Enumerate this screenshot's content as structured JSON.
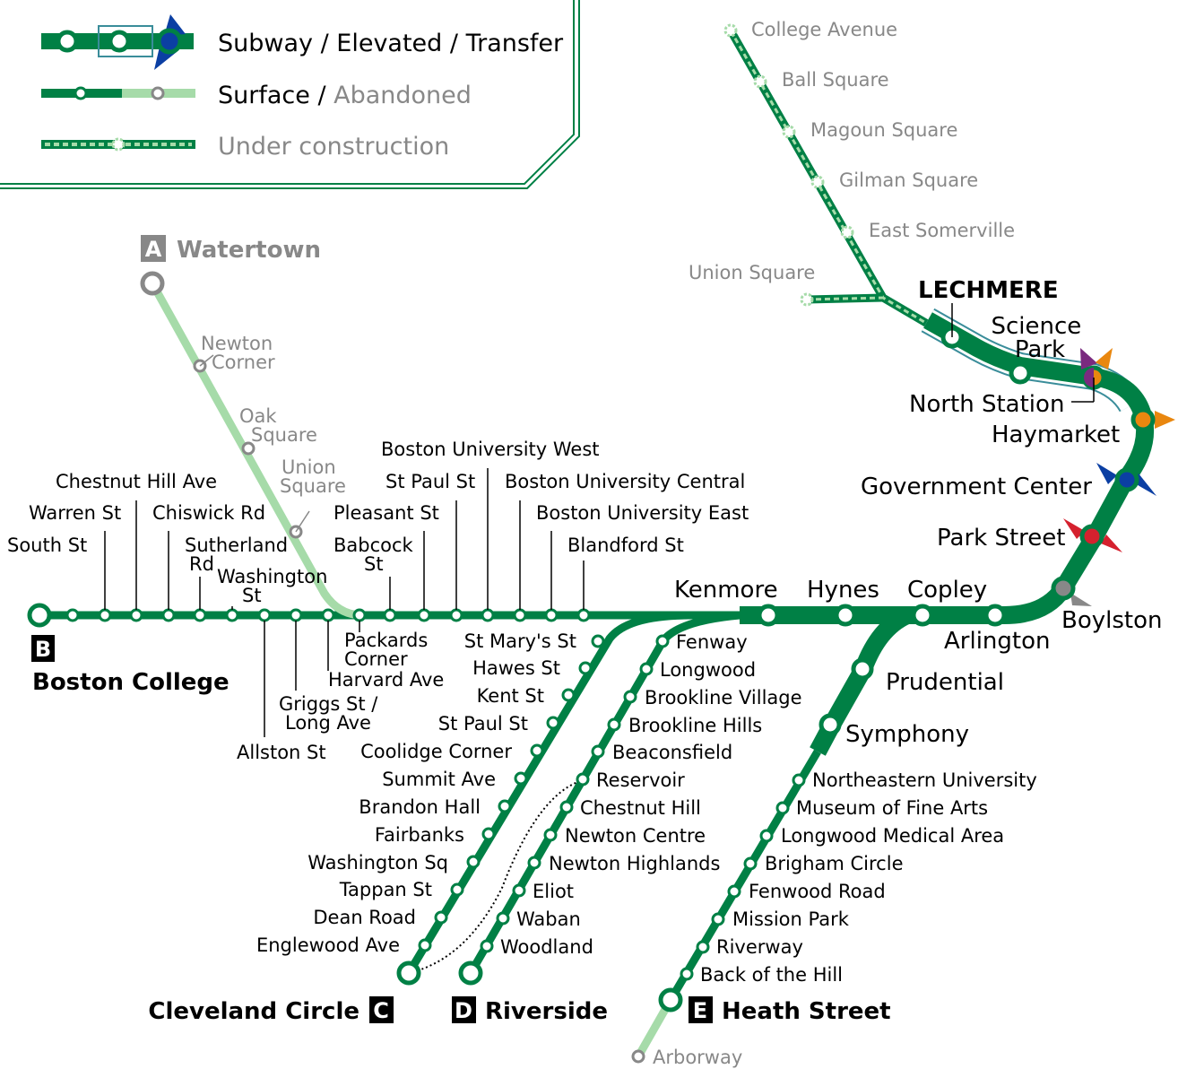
{
  "colors": {
    "green": "#008045",
    "light_green": "#a6dba9",
    "gray": "#888888",
    "teal": "#3a8d9a",
    "blue": "#0b3fa3",
    "red": "#d5212e",
    "orange": "#e9870f",
    "purple": "#7a2a7f"
  },
  "legend": {
    "subway": "Subway",
    "sep1": " / ",
    "elevated": "Elevated",
    "sep2": " / ",
    "transfer": "Transfer",
    "surface": "Surface",
    "sep3": " / ",
    "abandoned": "Abandoned",
    "under_construction": "Under construction"
  },
  "branches": {
    "A": {
      "letter": "A",
      "terminus": "Watertown"
    },
    "B": {
      "letter": "B",
      "terminus": "Boston College"
    },
    "C": {
      "letter": "C",
      "terminus": "Cleveland Circle"
    },
    "D": {
      "letter": "D",
      "terminus": "Riverside"
    },
    "E": {
      "letter": "E",
      "terminus": "Heath Street"
    }
  },
  "stations": {
    "college_avenue": "College Avenue",
    "ball_square": "Ball Square",
    "magoun_square": "Magoun Square",
    "gilman_square": "Gilman Square",
    "east_somerville": "East Somerville",
    "union_square_gl": "Union Square",
    "lechmere": "LECHMERE",
    "science_park": [
      "Science",
      "Park"
    ],
    "north_station": "North Station",
    "haymarket": "Haymarket",
    "government_center": "Government Center",
    "park_street": "Park Street",
    "boylston": "Boylston",
    "arlington": "Arlington",
    "copley": "Copley",
    "hynes": "Hynes",
    "kenmore": "Kenmore",
    "prudential": "Prudential",
    "symphony": "Symphony",
    "newton_corner": [
      "Newton",
      "Corner"
    ],
    "oak_square": [
      "Oak",
      "Square"
    ],
    "union_square_a": [
      "Union",
      "Square"
    ],
    "south_st": "South St",
    "warren_st": "Warren St",
    "chestnut_hill_ave": "Chestnut Hill Ave",
    "chiswick_rd": "Chiswick Rd",
    "sutherland_rd": [
      "Sutherland",
      "Rd"
    ],
    "washington_st": [
      "Washington",
      "St"
    ],
    "allston_st": "Allston St",
    "griggs_st": [
      "Griggs St /",
      "Long Ave"
    ],
    "harvard_ave": "Harvard Ave",
    "packards_corner": [
      "Packards",
      "Corner"
    ],
    "babcock_st": [
      "Babcock",
      "St"
    ],
    "pleasant_st": "Pleasant St",
    "st_paul_st_b": "St Paul St",
    "bu_west": "Boston University West",
    "bu_central": "Boston University Central",
    "bu_east": "Boston University East",
    "blandford_st": "Blandford St",
    "c_stations": [
      "St Mary's St",
      "Hawes St",
      "Kent St",
      "St Paul St",
      "Coolidge Corner",
      "Summit Ave",
      "Brandon Hall",
      "Fairbanks",
      "Washington Sq",
      "Tappan St",
      "Dean Road",
      "Englewood Ave"
    ],
    "d_stations": [
      "Fenway",
      "Longwood",
      "Brookline Village",
      "Brookline Hills",
      "Beaconsfield",
      "Reservoir",
      "Chestnut Hill",
      "Newton Centre",
      "Newton Highlands",
      "Eliot",
      "Waban",
      "Woodland"
    ],
    "e_stations": [
      "Northeastern University",
      "Museum of Fine Arts",
      "Longwood Medical Area",
      "Brigham Circle",
      "Fenwood Road",
      "Mission Park",
      "Riverway",
      "Back of the Hill"
    ],
    "arborway": "Arborway"
  }
}
